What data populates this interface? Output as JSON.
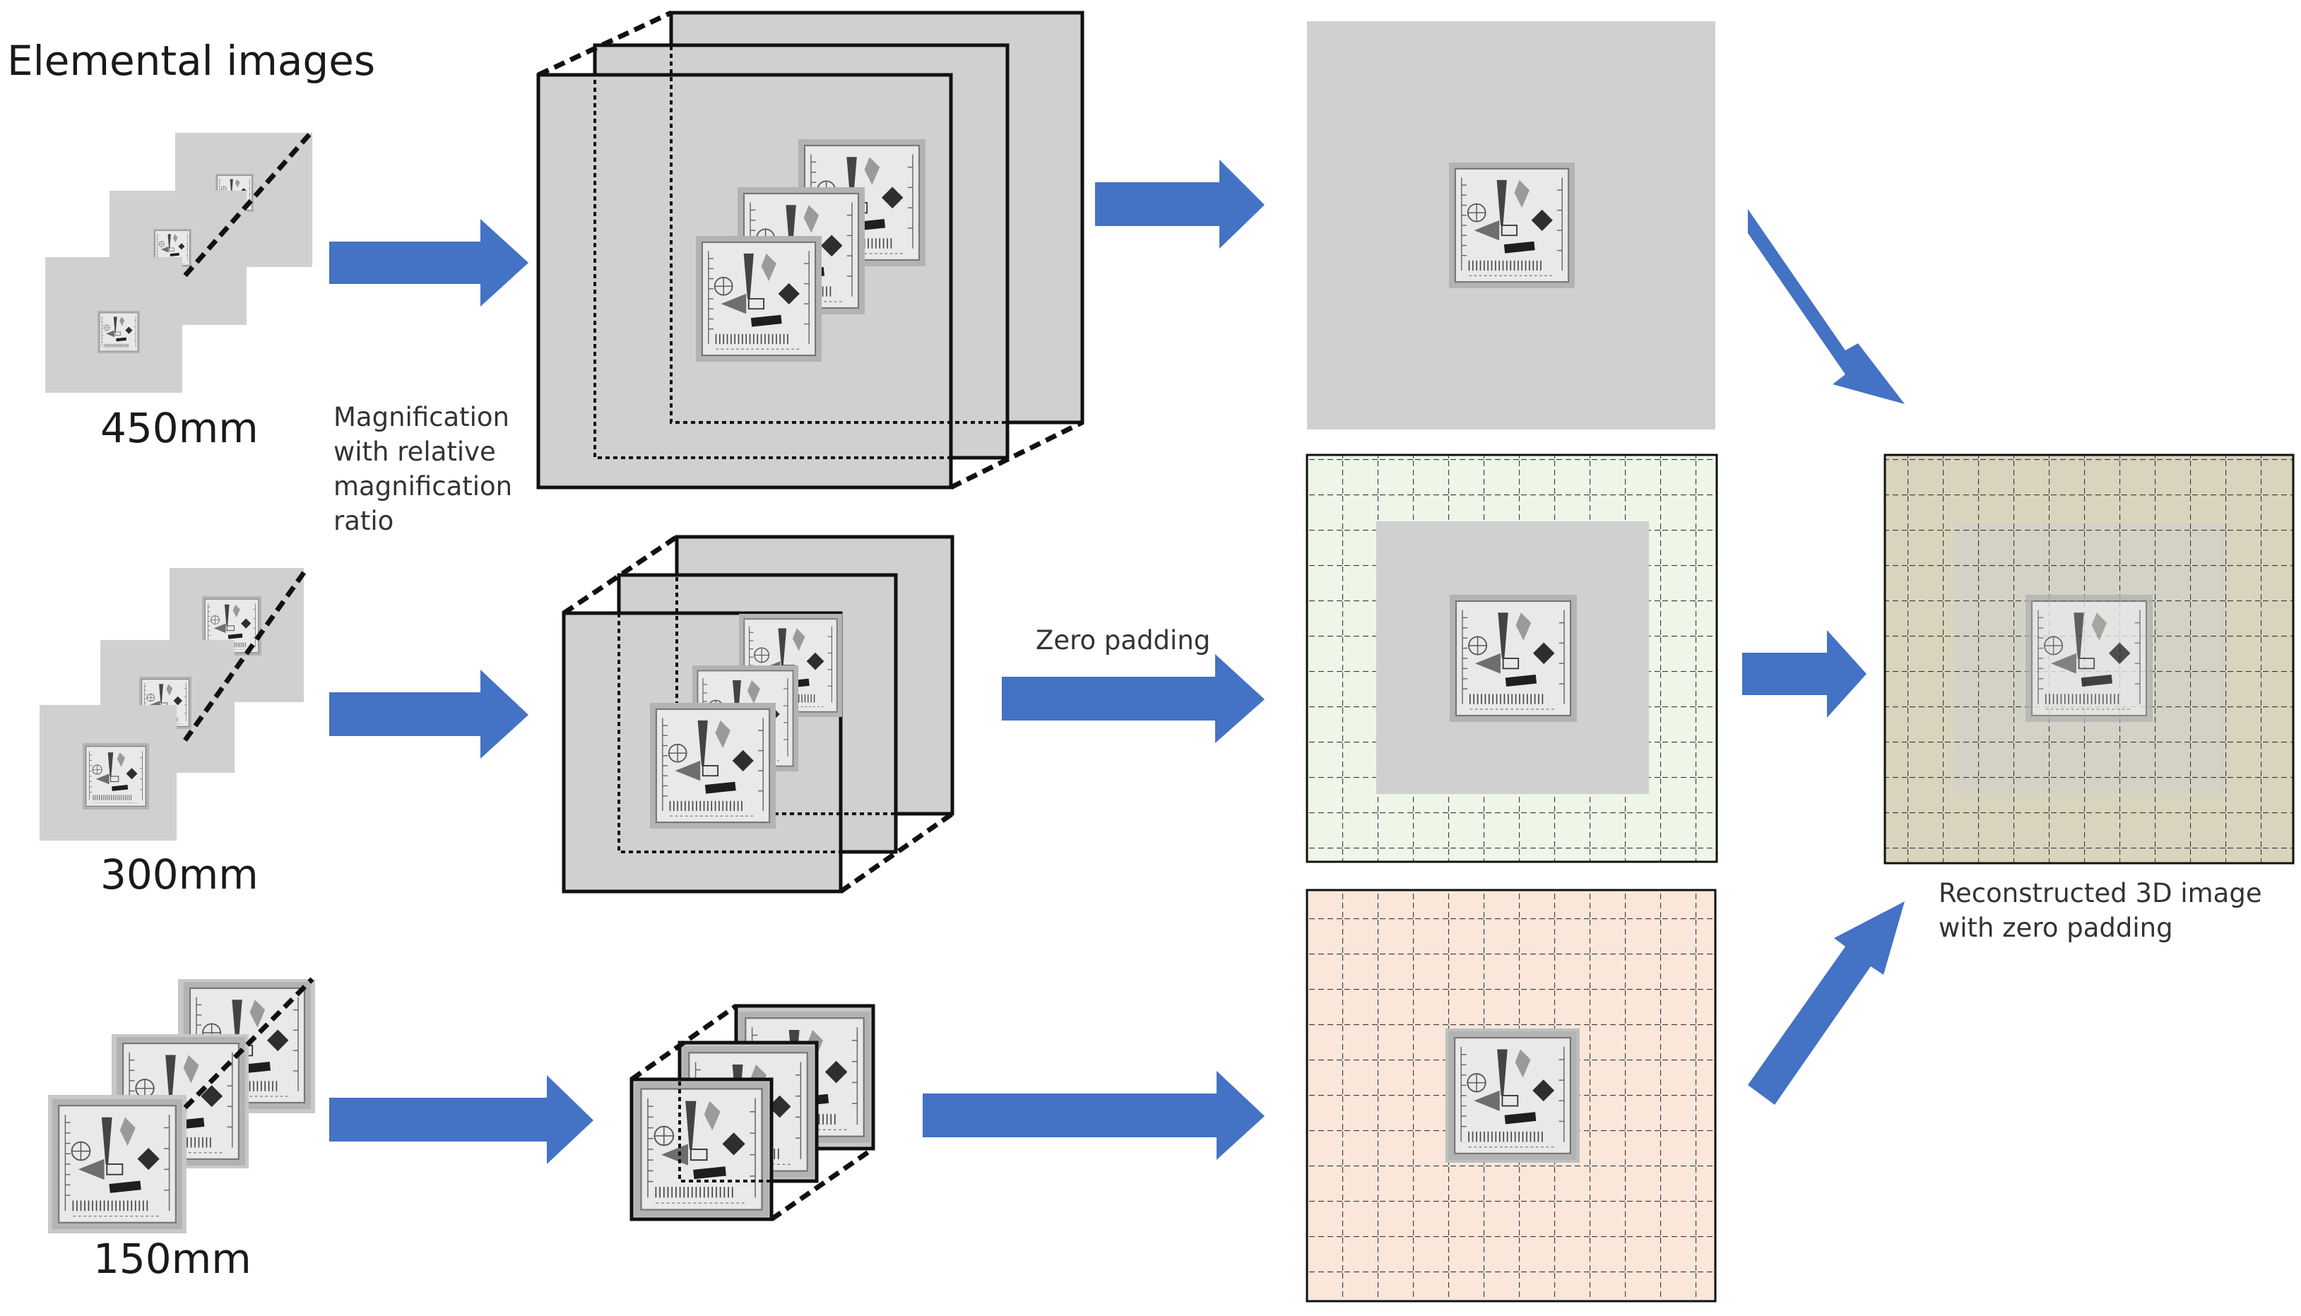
{
  "title": "Elemental images",
  "rows": [
    {
      "distance": "450mm"
    },
    {
      "distance": "300mm"
    },
    {
      "distance": "150mm"
    }
  ],
  "magnification_note": [
    "Magnification",
    "with relative",
    "magnification",
    "ratio"
  ],
  "zero_padding_label": "Zero padding",
  "result_label": [
    "Reconstructed 3D image",
    "with zero padding"
  ],
  "colors": {
    "arrow": "#4472c4",
    "plate": "#d0d0d0",
    "frame": "#111111",
    "pad_green": "#eef6e8",
    "pad_pink": "#fbe6da",
    "pad_tan": "#d9d4bd"
  },
  "icons": [
    "resolution-chart-icon",
    "right-arrow-icon",
    "diagonal-arrow-icon"
  ]
}
